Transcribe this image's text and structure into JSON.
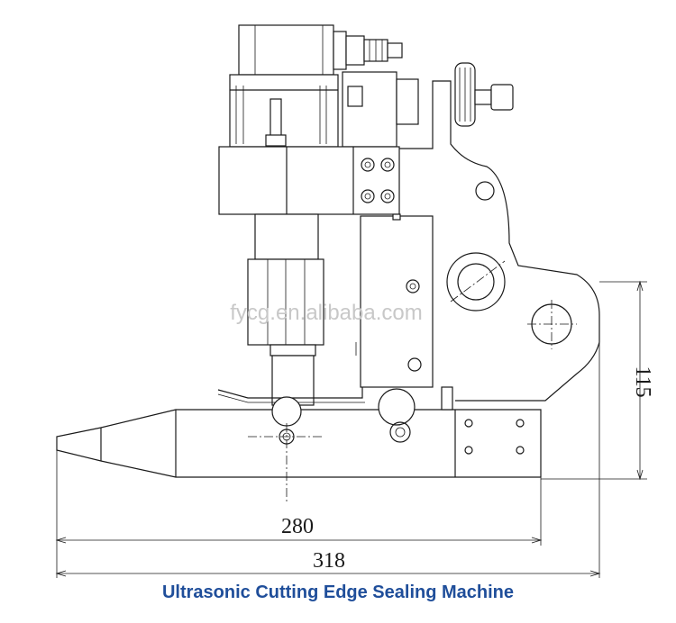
{
  "diagram": {
    "dimensions": {
      "height_label": "115",
      "inner_length_label": "280",
      "overall_length_label": "318"
    },
    "watermark": "fycg.en.alibaba.com"
  },
  "caption": "Ultrasonic Cutting Edge Sealing Machine",
  "colors": {
    "line": "#1a1a1a",
    "caption": "#1f4e9a",
    "watermark": "#c8c8c8"
  }
}
